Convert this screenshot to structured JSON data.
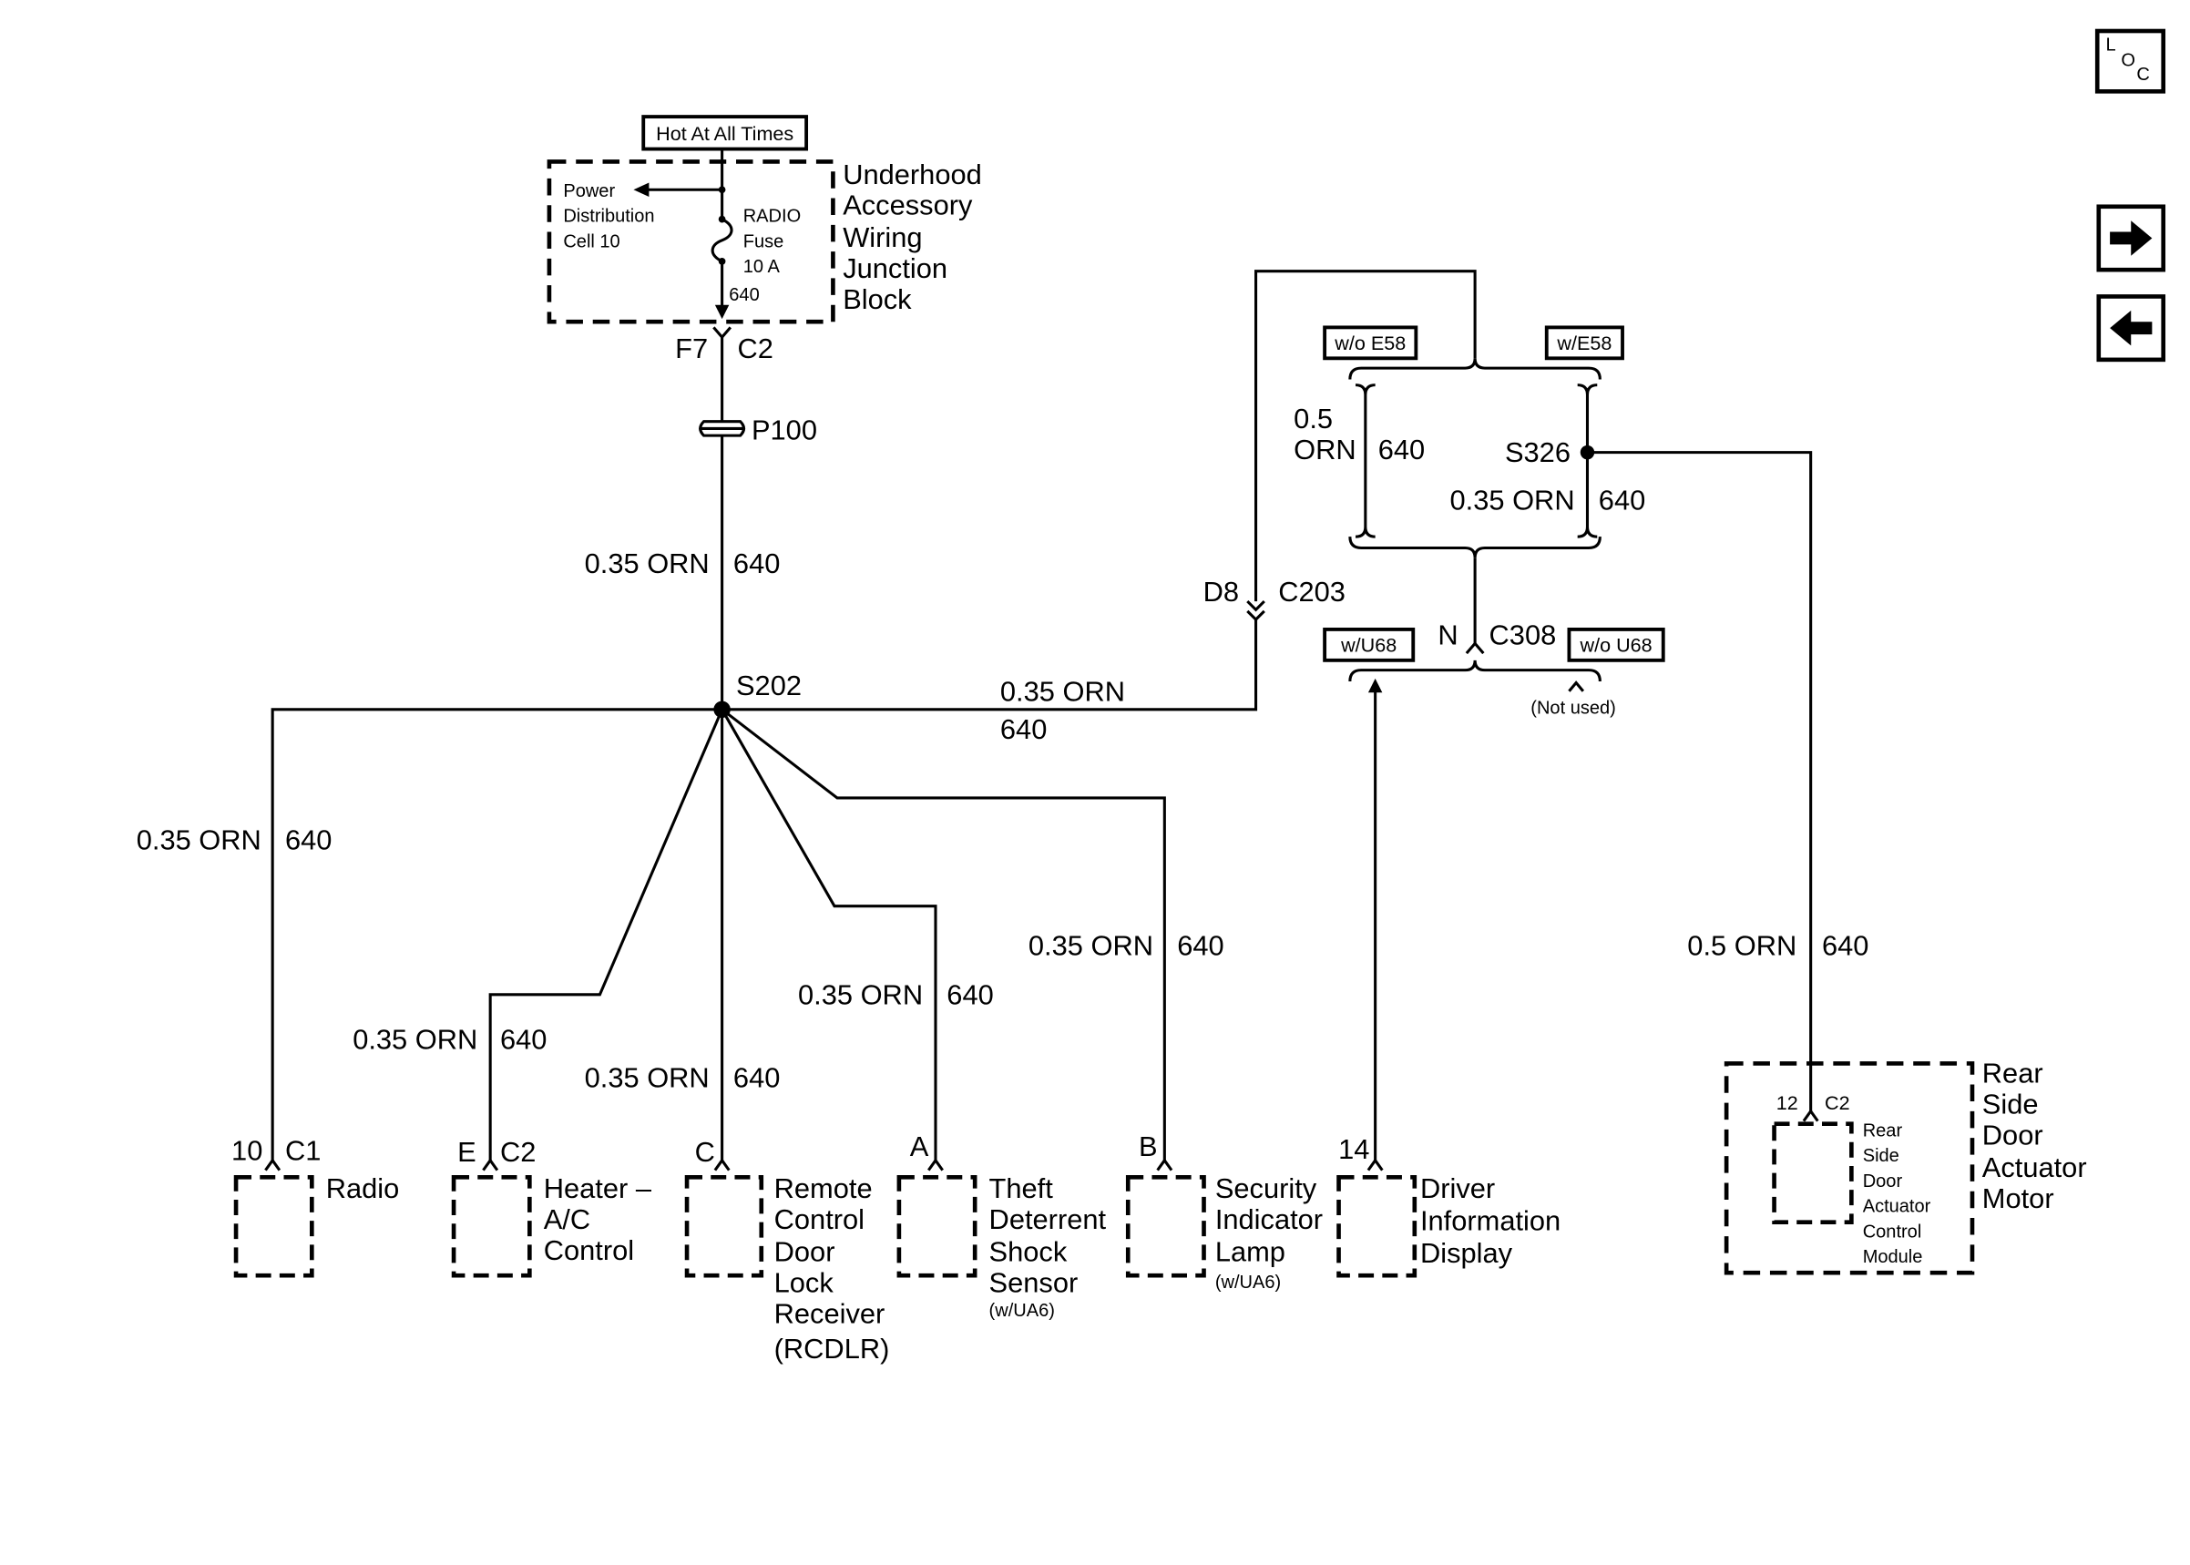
{
  "page": {
    "background": "#ffffff",
    "ink": "#000000"
  },
  "navigation": {
    "locator": {
      "icon": "locator-icon",
      "letters": [
        "L",
        "O",
        "C"
      ]
    },
    "forward": {
      "icon": "arrow-right-icon"
    },
    "back": {
      "icon": "arrow-left-icon"
    }
  },
  "power_source": {
    "status": "Hot At All Times",
    "block_name": [
      "Underhood",
      "Accessory",
      "Wiring",
      "Junction",
      "Block"
    ],
    "feed": [
      "Power",
      "Distribution",
      "Cell 10"
    ],
    "fuse": [
      "RADIO",
      "Fuse",
      "10 A"
    ],
    "fuse_circuit": "640",
    "cavity": "F7",
    "connector": "C2",
    "passthrough": "P100",
    "wire": {
      "gauge_color": "0.35 ORN",
      "circuit": "640"
    }
  },
  "splice_s202": "S202",
  "c203_feed": {
    "wire": {
      "gauge_color": "0.35 ORN",
      "circuit": "640"
    },
    "cavity": "D8",
    "connector": "C203"
  },
  "option_e58": {
    "without": "w/o E58",
    "with": "w/E58",
    "without_wire": {
      "gauge": "0.5",
      "color": "ORN",
      "circuit": "640"
    },
    "splice": "S326",
    "with_wire": {
      "gauge_color": "0.35 ORN",
      "circuit": "640"
    }
  },
  "c308": {
    "cavity": "N",
    "connector": "C308",
    "with": "w/U68",
    "without": "w/o U68",
    "without_note": "(Not used)"
  },
  "components": {
    "radio": {
      "name": [
        "Radio"
      ],
      "cavity": "10",
      "connector": "C1",
      "wire": {
        "gauge_color": "0.35 ORN",
        "circuit": "640"
      }
    },
    "heater_ac_control": {
      "name": [
        "Heater –",
        "A/C",
        "Control"
      ],
      "cavity": "E",
      "connector": "C2",
      "wire": {
        "gauge_color": "0.35 ORN",
        "circuit": "640"
      }
    },
    "rcdlr": {
      "name": [
        "Remote",
        "Control",
        "Door",
        "Lock",
        "Receiver",
        "(RCDLR)"
      ],
      "cavity": "C",
      "wire": {
        "gauge_color": "0.35 ORN",
        "circuit": "640"
      }
    },
    "theft_deterrent_shock_sensor": {
      "name": [
        "Theft",
        "Deterrent",
        "Shock",
        "Sensor"
      ],
      "option": "(w/UA6)",
      "cavity": "A",
      "wire": {
        "gauge_color": "0.35 ORN",
        "circuit": "640"
      }
    },
    "security_indicator_lamp": {
      "name": [
        "Security",
        "Indicator",
        "Lamp"
      ],
      "option": "(w/UA6)",
      "cavity": "B",
      "wire": {
        "gauge_color": "0.35 ORN",
        "circuit": "640"
      }
    },
    "driver_information_display": {
      "name": [
        "Driver",
        "Information",
        "Display"
      ],
      "cavity": "14"
    },
    "rear_side_door_actuator_motor": {
      "name": [
        "Rear",
        "Side",
        "Door",
        "Actuator",
        "Motor"
      ],
      "module": [
        "Rear",
        "Side",
        "Door",
        "Actuator",
        "Control",
        "Module"
      ],
      "cavity": "12",
      "connector": "C2",
      "wire": {
        "gauge_color": "0.5 ORN",
        "circuit": "640"
      }
    }
  }
}
